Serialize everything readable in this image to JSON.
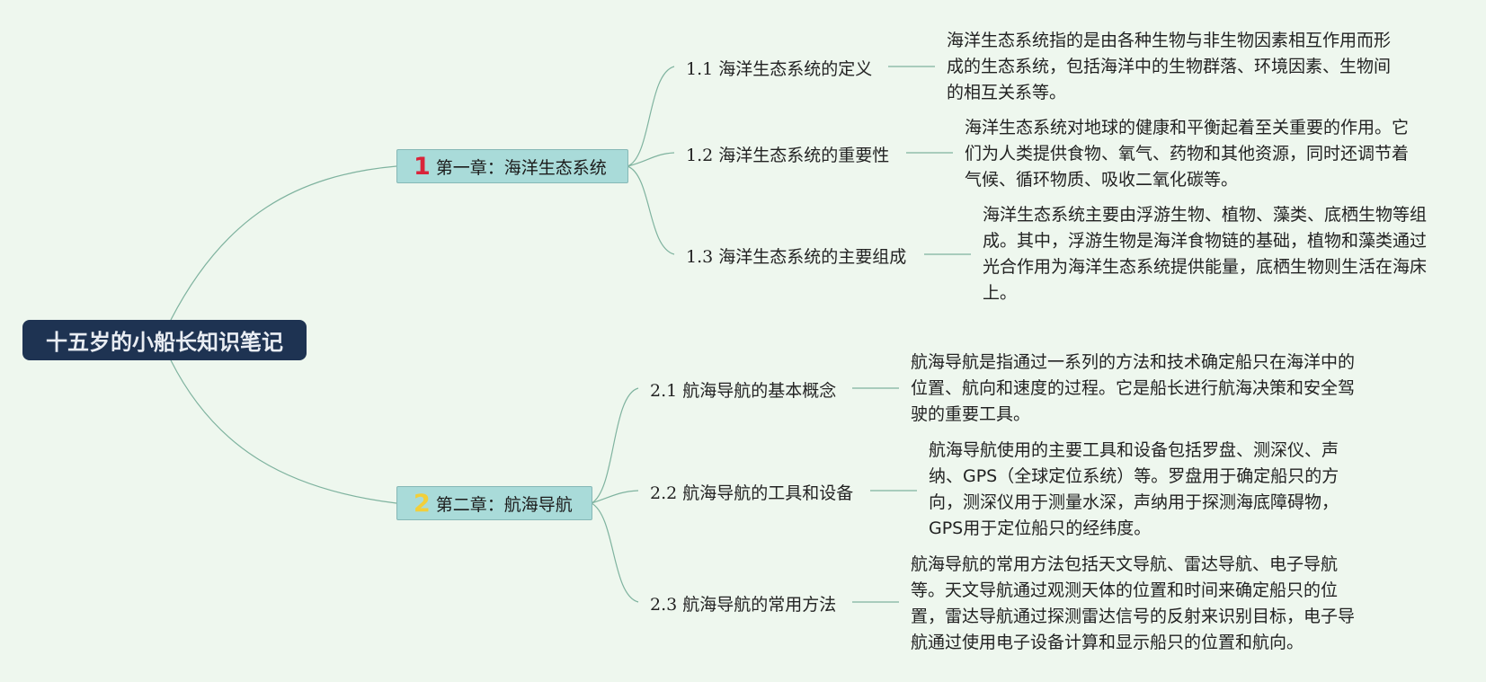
{
  "root": {
    "title": "十五岁的小船长知识笔记"
  },
  "chapters": [
    {
      "number": "1",
      "number_color": "#d9243a",
      "title": "第一章：海洋生态系统",
      "topics": [
        {
          "label": "1.1 海洋生态系统的定义",
          "description": "海洋生态系统指的是由各种生物与非生物因素相互作用而形成的生态系统，包括海洋中的生物群落、环境因素、生物间的相互关系等。"
        },
        {
          "label": "1.2 海洋生态系统的重要性",
          "description": "海洋生态系统对地球的健康和平衡起着至关重要的作用。它们为人类提供食物、氧气、药物和其他资源，同时还调节着气候、循环物质、吸收二氧化碳等。"
        },
        {
          "label": "1.3 海洋生态系统的主要组成",
          "description": "海洋生态系统主要由浮游生物、植物、藻类、底栖生物等组成。其中，浮游生物是海洋食物链的基础，植物和藻类通过光合作用为海洋生态系统提供能量，底栖生物则生活在海床上。"
        }
      ]
    },
    {
      "number": "2",
      "number_color": "#f2cf3a",
      "title": "第二章：航海导航",
      "topics": [
        {
          "label": "2.1 航海导航的基本概念",
          "description": "航海导航是指通过一系列的方法和技术确定船只在海洋中的位置、航向和速度的过程。它是船长进行航海决策和安全驾驶的重要工具。"
        },
        {
          "label": "2.2 航海导航的工具和设备",
          "description": "航海导航使用的主要工具和设备包括罗盘、测深仪、声纳、GPS（全球定位系统）等。罗盘用于确定船只的方向，测深仪用于测量水深，声纳用于探测海底障碍物，GPS用于定位船只的经纬度。"
        },
        {
          "label": "2.3 航海导航的常用方法",
          "description": "航海导航的常用方法包括天文导航、雷达导航、电子导航等。天文导航通过观测天体的位置和时间来确定船只的位置，雷达导航通过探测雷达信号的反射来识别目标，电子导航通过使用电子设备计算和显示船只的位置和航向。"
        }
      ]
    }
  ],
  "colors": {
    "background": "#eef7ee",
    "root": "#1e3352",
    "chapter": "#a9dbd9",
    "link": "#7fb39f"
  }
}
